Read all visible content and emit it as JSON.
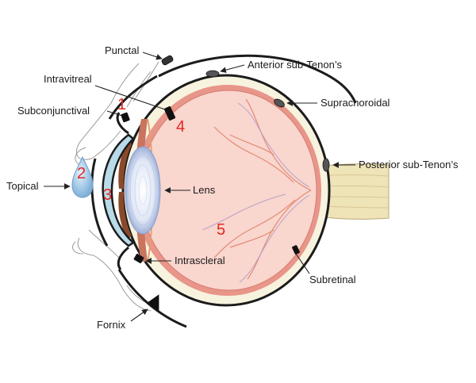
{
  "labels": {
    "punctal": "Punctal",
    "anterior_sub_tenon": "Anterior sub-Tenon’s",
    "intravitreal": "Intravitreal",
    "subconjunctival": "Subconjunctival",
    "suprachoroidal": "Suprachoroidal",
    "posterior_sub_tenon": "Posterior sub-Tenon’s",
    "topical": "Topical",
    "lens": "Lens",
    "intrascleral": "Intrascleral",
    "subretinal": "Subretinal",
    "fornix": "Fornix"
  },
  "numbers": {
    "n1": "1",
    "n2": "2",
    "n3": "3",
    "n4": "4",
    "n5": "5"
  },
  "colors": {
    "retina_fill": "#f9d6ce",
    "choroid": "#e8958a",
    "sclera": "#f7f3df",
    "outline": "#1c1c1c",
    "cornea": "#b9dbe9",
    "drop": "#a9cfe8",
    "number_red": "#e3261f",
    "vessel": "#e38a74",
    "nerve": "#efe3b8"
  }
}
